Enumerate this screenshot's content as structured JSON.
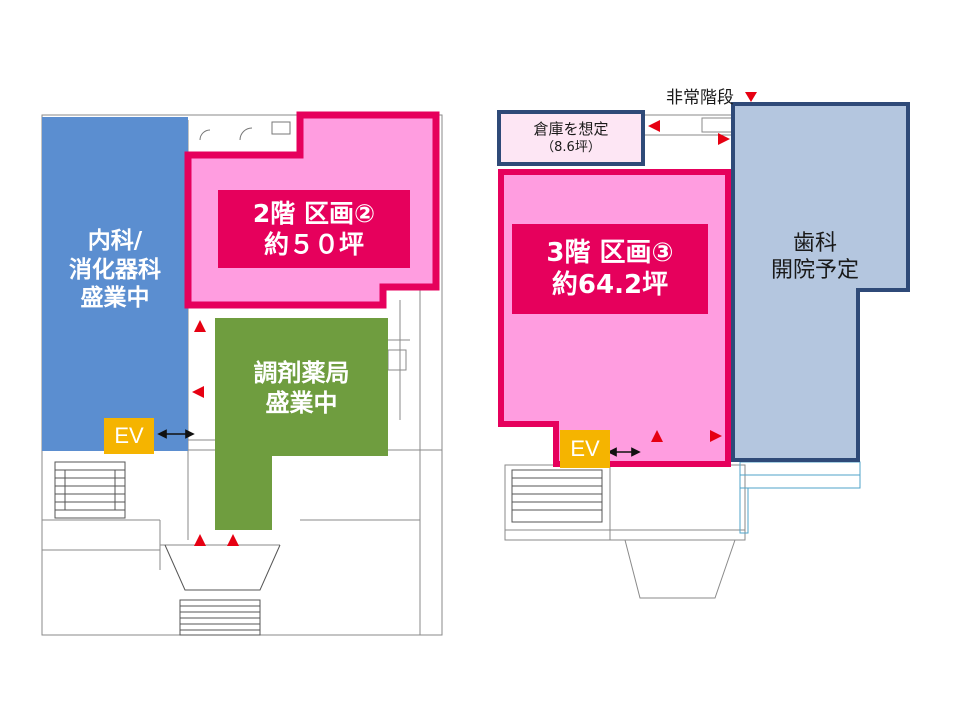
{
  "floor2": {
    "internal_medicine": [
      "内科/",
      "消化器科",
      "盛業中"
    ],
    "section": [
      "2階 区画②",
      "約５０坪"
    ],
    "pharmacy": [
      "調剤薬局",
      "盛業中"
    ],
    "ev_label": "EV"
  },
  "floor3": {
    "emergency_stairs": "非常階段",
    "storage": [
      "倉庫を想定",
      "（8.6坪）"
    ],
    "section": [
      "3階 区画③",
      "約64.2坪"
    ],
    "dental": [
      "歯科",
      "開院予定"
    ],
    "ev_label": "EV"
  },
  "colors": {
    "blue": "#5b8ed0",
    "pink": "#ff9de0",
    "pink_border": "#e6005c",
    "green": "#6f9d3f",
    "dental_fill": "#b4c6df",
    "dental_border": "#2f4a78",
    "ev": "#f5b400",
    "arrow": "#e60012"
  }
}
